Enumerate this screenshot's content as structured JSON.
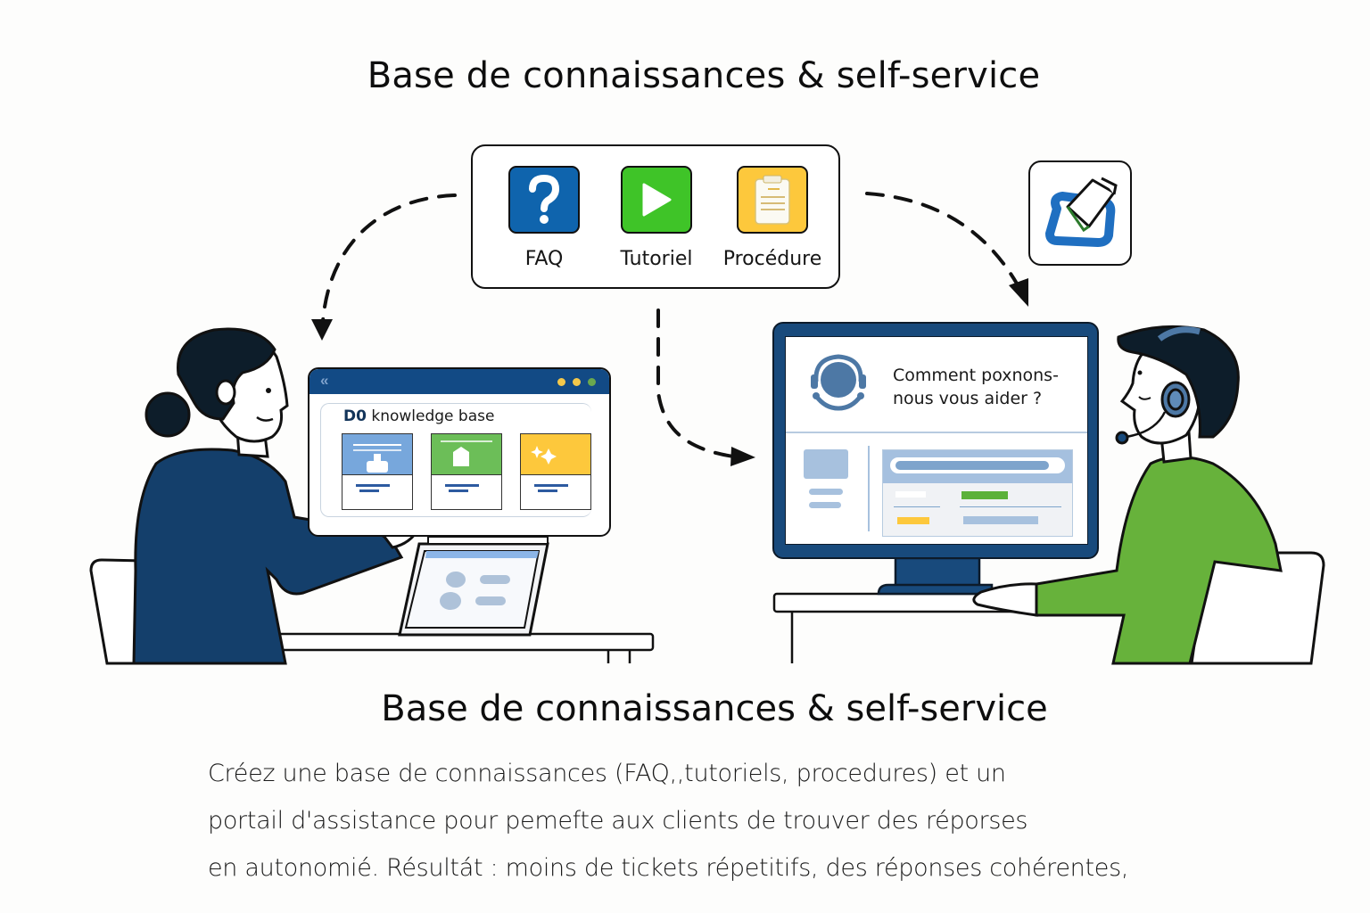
{
  "header": {
    "title": "Base de connaissances & self-service"
  },
  "content_types": [
    {
      "label": "FAQ",
      "icon": "question-mark-icon",
      "color": "#0f64ad"
    },
    {
      "label": "Tutoriel",
      "icon": "play-icon",
      "color": "#3fc428"
    },
    {
      "label": "Procédure",
      "icon": "clipboard-checklist-icon",
      "color": "#fdc83c"
    }
  ],
  "edit_badge": {
    "icon": "edit-document-icon"
  },
  "knowledge_base_window": {
    "back_icon": "double-chevron-left-icon",
    "title_prefix": "D0",
    "title": "knowledge base",
    "window_dots": [
      "#f4c84a",
      "#f4c84a",
      "#6aa84f"
    ],
    "cards": [
      {
        "color": "#77a7dc",
        "icon": "support-icon"
      },
      {
        "color": "#6cbe58",
        "icon": "home-icon"
      },
      {
        "color": "#fdc83c",
        "icon": "sparkle-icon"
      }
    ]
  },
  "support_monitor": {
    "avatar_icon": "headset-agent-icon",
    "help_line1": "Comment poxnons-",
    "help_line2": "nous vous aider ?"
  },
  "footer": {
    "title": "Base de connaissances & self-service",
    "description": [
      "Créez une base de connaissances (FAQ,,tutoriels, procedures) et un",
      "portail d'assistance pour pemefte aux clients de trouver des réporses",
      "en autonomié. Résultát : moins de tickets répetitifs, des réponses cohérentes,"
    ]
  },
  "colors": {
    "navy": "#124a85",
    "shirt_left": "#143f6b",
    "shirt_right": "#67b23b",
    "hair": "#0d1d2a",
    "headset": "#4d78a5"
  }
}
